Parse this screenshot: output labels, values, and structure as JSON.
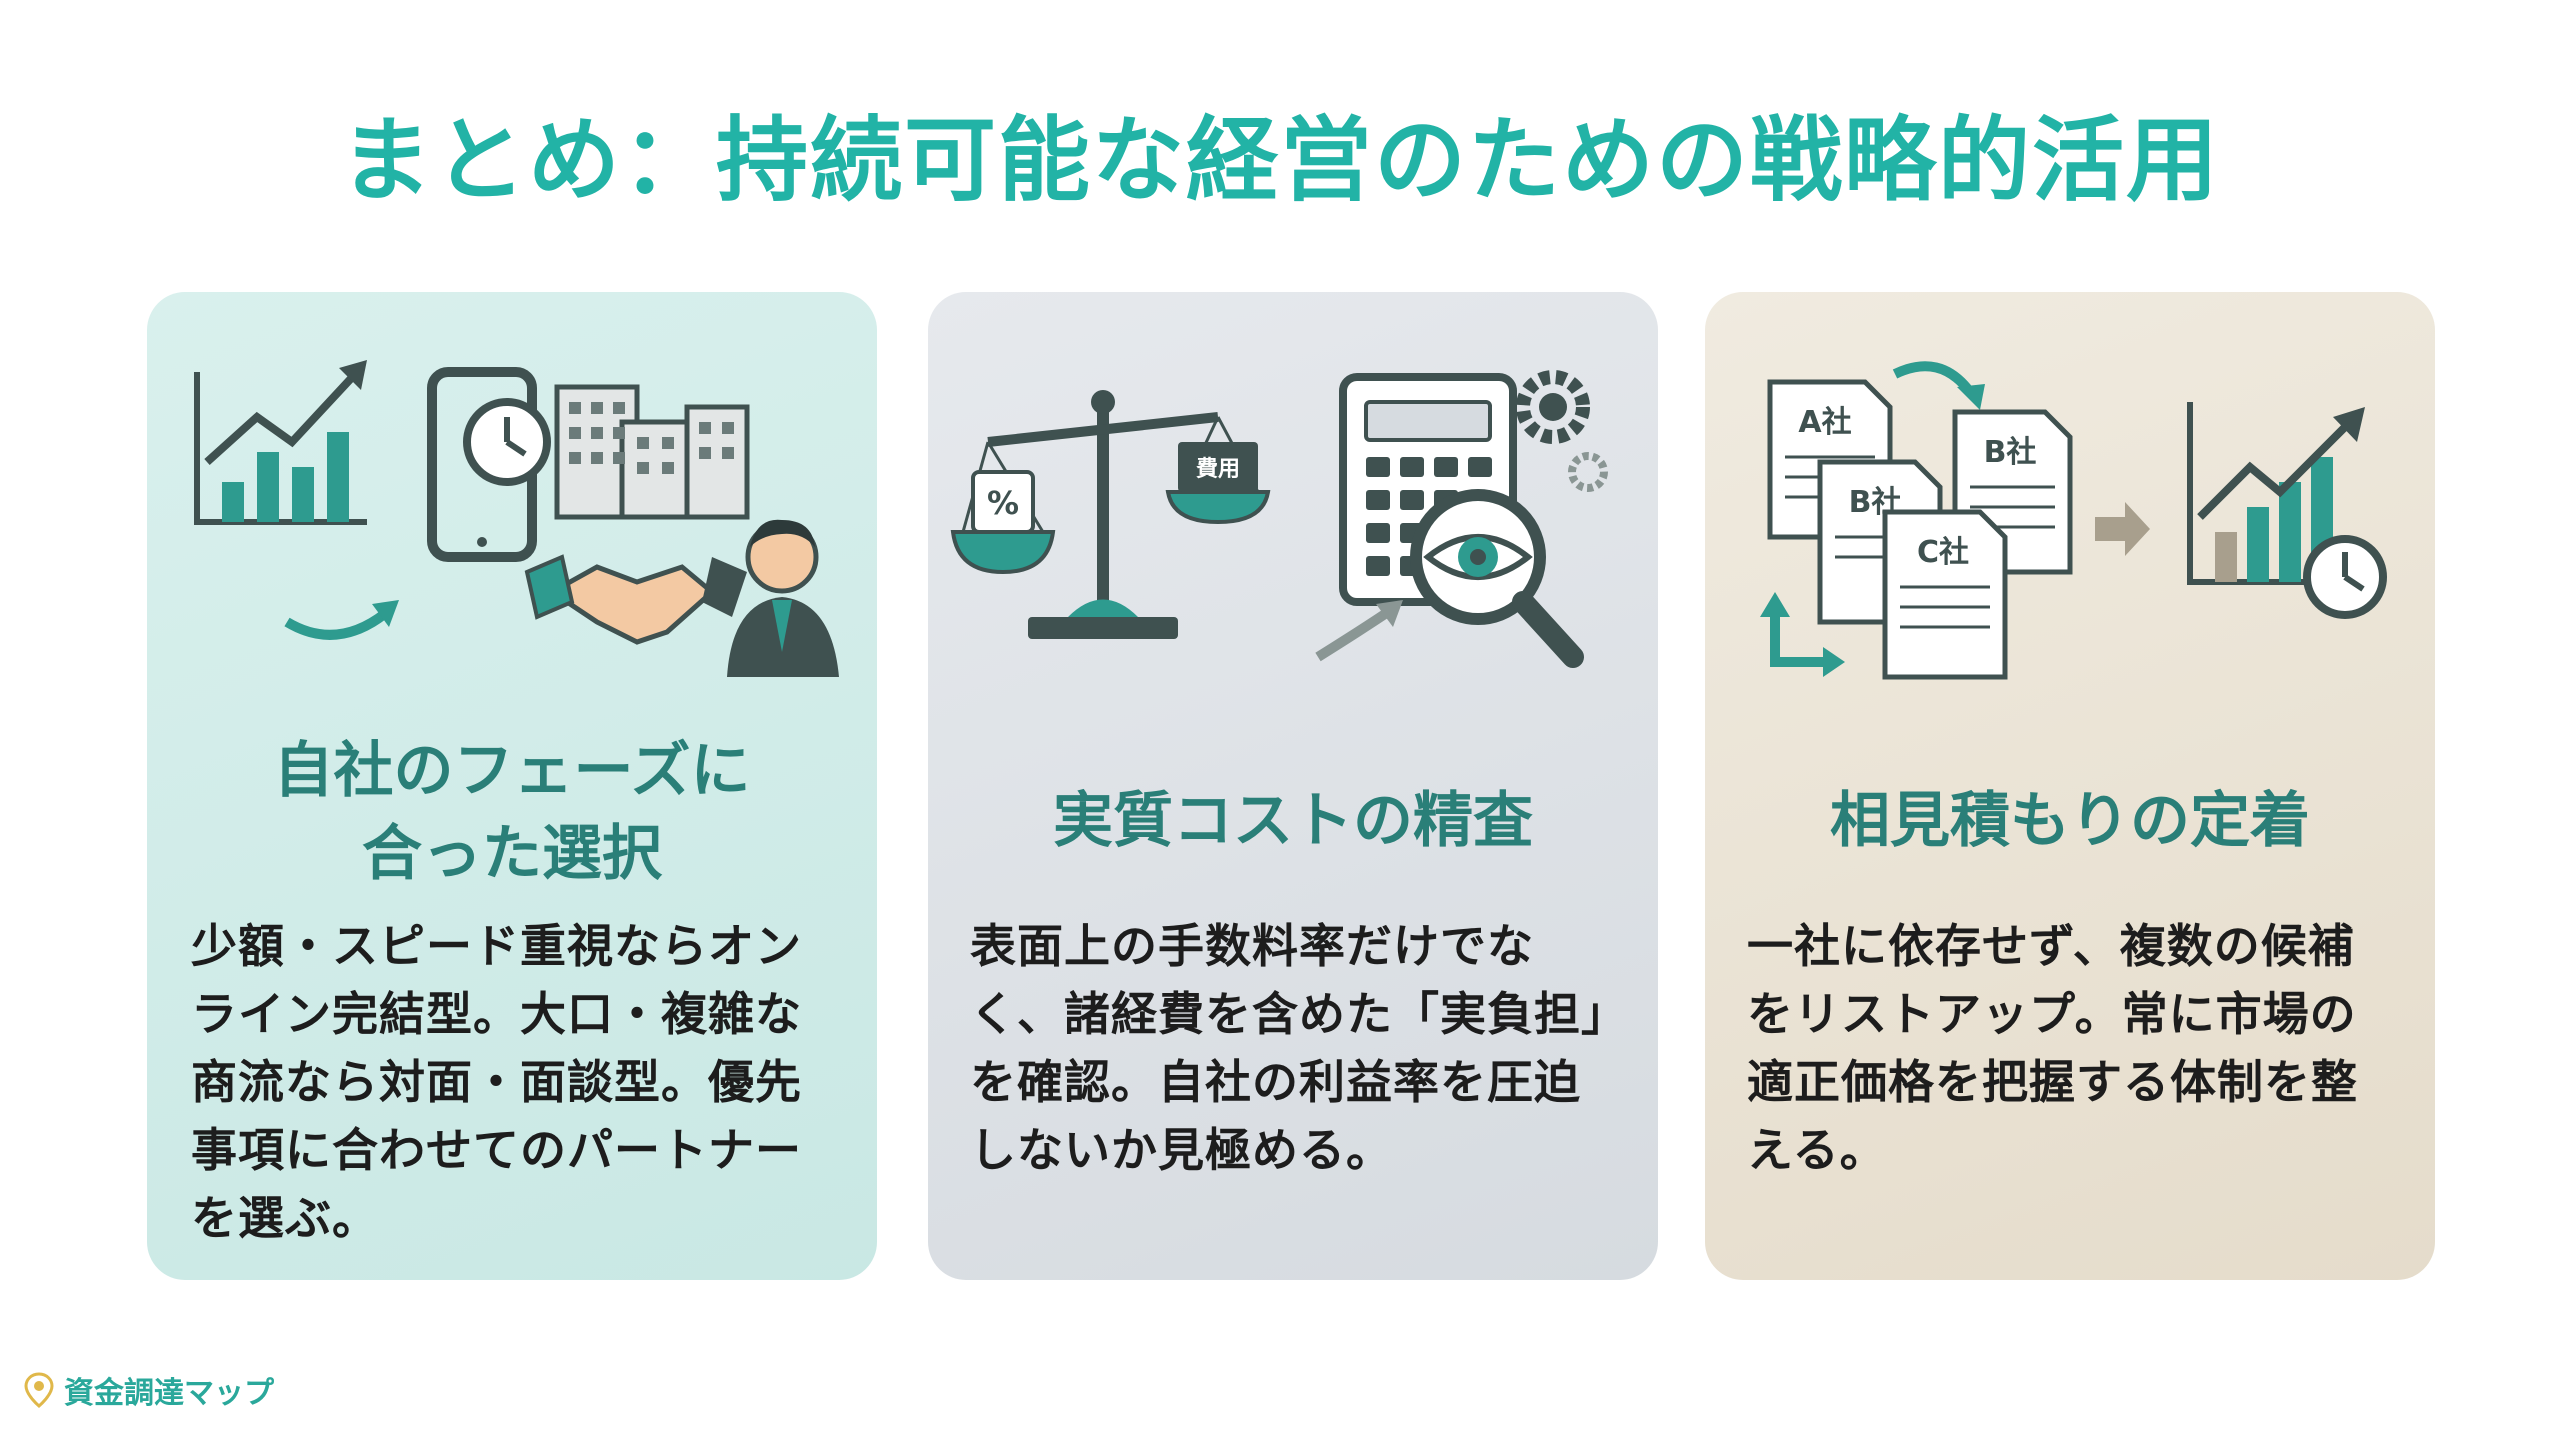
{
  "title": "まとめ：持続可能な経営のための戦略的活用",
  "cards": [
    {
      "title_line1": "自社のフェーズに",
      "title_line2": "合った選択",
      "body": "少額・スピード重視ならオンライン完結型。大口・複雑な商流なら対面・面談型。優先事項に合わせてのパートナーを選ぶ。"
    },
    {
      "title_line1": "実質コストの精査",
      "title_line2": "",
      "body": "表面上の手数料率だけでなく、諸経費を含めた「実負担」を確認。自社の利益率を圧迫しないか見極める。",
      "icon_label": "費用"
    },
    {
      "title_line1": "相見積もりの定着",
      "title_line2": "",
      "body": "一社に依存せず、複数の候補をリストアップ。常に市場の適正価格を把握する体制を整える。",
      "doc_labels": [
        "A社",
        "B社",
        "B社",
        "C社"
      ]
    }
  ],
  "brand": "資金調達マップ",
  "colors": {
    "accent": "#22b3a6",
    "dark_teal": "#2a7f78",
    "icon_dark": "#3f5150"
  }
}
